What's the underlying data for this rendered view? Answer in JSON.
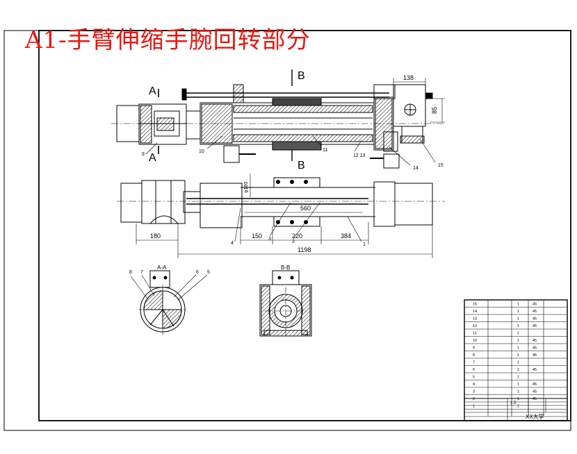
{
  "drawing": {
    "title": "A1-手臂伸缩手腕回转部分",
    "title_color": "#e8170f",
    "line_color": "#000000"
  },
  "views": {
    "section_a_label_top": "A",
    "section_a_label_bottom": "A",
    "section_b_label_top": "B",
    "section_b_label_bottom": "B",
    "section_aa_title": "A-A",
    "section_bb_title": "B-B"
  },
  "dimensions": {
    "d138": "138",
    "d85": "85",
    "d560": "560",
    "d150": "150",
    "d220": "220",
    "d384": "384",
    "d180": "180",
    "d1198": "1198",
    "dphi": "φ100"
  },
  "callouts": {
    "c10": "10",
    "c11": "11",
    "c12": "12 13",
    "c14": "14",
    "c15": "15",
    "c9": "9",
    "c1": "1",
    "c2": "2",
    "c3": "3",
    "c4": "4",
    "c5": "5",
    "c6": "6",
    "c7": "7",
    "c8": "8"
  },
  "title_block": {
    "rows": [
      {
        "no": "15",
        "qty": "1",
        "mat": "45"
      },
      {
        "no": "14",
        "qty": "1",
        "mat": "45"
      },
      {
        "no": "13",
        "qty": "1",
        "mat": "45"
      },
      {
        "no": "12",
        "qty": "1",
        "mat": "45"
      },
      {
        "no": "11",
        "qty": "1",
        "mat": ""
      },
      {
        "no": "10",
        "qty": "1",
        "mat": "45"
      },
      {
        "no": "9",
        "qty": "1",
        "mat": "45"
      },
      {
        "no": "8",
        "qty": "1",
        "mat": "45"
      },
      {
        "no": "7",
        "qty": "1",
        "mat": ""
      },
      {
        "no": "6",
        "qty": "1",
        "mat": "45"
      },
      {
        "no": "5",
        "qty": "1",
        "mat": ""
      },
      {
        "no": "4",
        "qty": "1",
        "mat": "45"
      },
      {
        "no": "3",
        "qty": "1",
        "mat": "45"
      },
      {
        "no": "2",
        "qty": "1",
        "mat": "45"
      },
      {
        "no": "1",
        "qty": "1",
        "mat": ""
      }
    ],
    "scale": "1:5",
    "school": "XX大学"
  }
}
